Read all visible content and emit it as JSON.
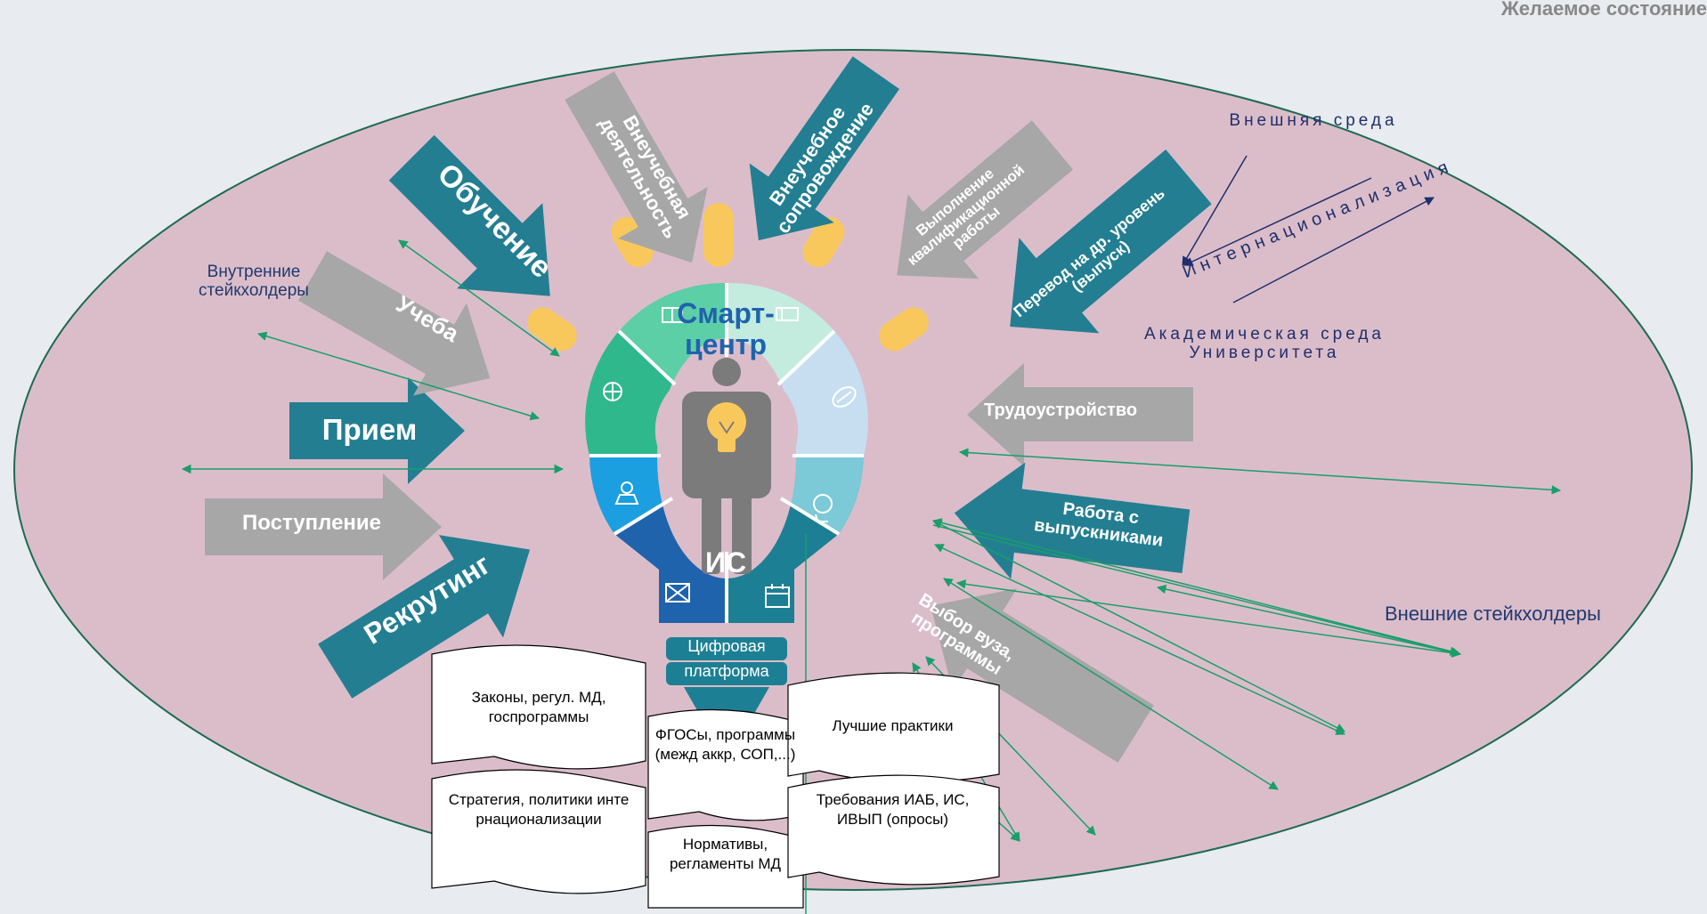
{
  "header": {
    "title": "Желаемое состояние"
  },
  "colors": {
    "background": "#e8ebef",
    "ellipse_fill": "#dbbdca",
    "ellipse_stroke": "#1d6b50",
    "teal_arrow": "#237e92",
    "gray_arrow": "#a7a7a7",
    "ray": "#f9c85c",
    "connector": "#1a9e6a",
    "text_navy": "#1f2f6b"
  },
  "labels": {
    "internal_stakeholders": "Внутренние стейкхолдеры",
    "external_stakeholders": "Внешние стейкхолдеры",
    "external_env": "Внешняя среда",
    "internationalization": "Интернационализация",
    "academic_env": "Академическая среда Университета"
  },
  "center": {
    "smart_center": "Смарт-центр",
    "is": "ИС",
    "digital_platform_line1": "Цифровая",
    "digital_platform_line2": "платформа"
  },
  "arrows": {
    "obuchenie": "Обучение",
    "vneuchebnaya": "Внеучебная деятельность",
    "vneuchebnoe": "Внеучебное сопровождение",
    "vypolnenie": "Выполнение квалификационной работы",
    "perevod": "Перевод на др. уровень (выпуск)",
    "ucheba": "Учеба",
    "priem": "Прием",
    "postuplenie": "Поступление",
    "rekruting": "Рекрутинг",
    "trudoustroistvo": "Трудоустройство",
    "rabota": "Работа с выпускниками",
    "vybor": "Выбор вуза, программы"
  },
  "documents": {
    "zakony": "Законы, регул. МД, госпрограммы",
    "strategiya": "Стратегия, политики интернационализации",
    "fgos": "ФГОСы, программы (межд аккр, СОП,...)",
    "normativy": "Нормативы, регламенты МД",
    "praktiki": "Лучшие практики",
    "trebovaniya": "Требования ИАБ, ИС, ИВЫП (опросы)"
  },
  "icons": [
    "book-icon",
    "globe-icon",
    "study-icon",
    "books-icon",
    "ball-icon",
    "head-icon",
    "flag-book-icon",
    "calendar-icon",
    "person-icon",
    "bulb-icon"
  ]
}
